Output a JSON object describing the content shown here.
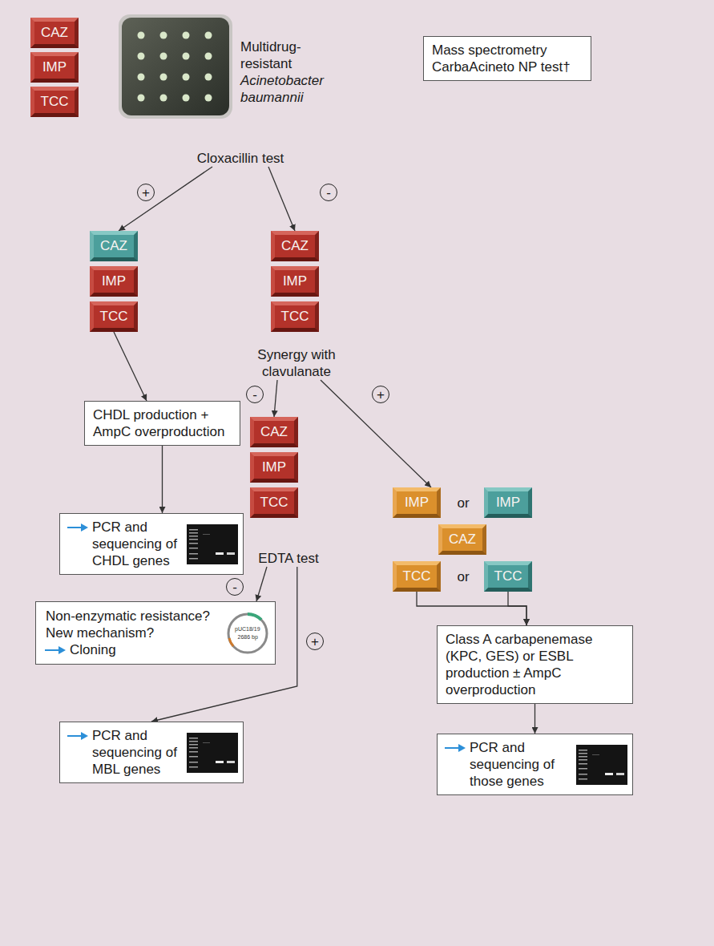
{
  "diagram": {
    "nodes": [
      {
        "text": [
          "CAZ"
        ]
      },
      {
        "text": [
          "IMP"
        ]
      },
      {
        "text": [
          "TCC"
        ]
      },
      {
        "text": [
          "Mass spectrometry CarbaAcineto NP test†"
        ]
      },
      {
        "text": [
          "Cloxacillin test"
        ]
      },
      {
        "text": [
          "CAZ"
        ]
      },
      {
        "text": [
          "IMP"
        ]
      },
      {
        "text": [
          "TCC"
        ]
      },
      {
        "text": [
          "CAZ"
        ]
      },
      {
        "text": [
          "IMP"
        ]
      },
      {
        "text": [
          "TCC"
        ]
      },
      {
        "text": [
          "Synergy with clavulanate"
        ]
      },
      {
        "text": [
          "CHDL production + AmpC overproduction"
        ]
      },
      {
        "text": [
          "PCR and sequencing of CHDL genes"
        ]
      },
      {
        "text": [
          "CAZ"
        ]
      },
      {
        "text": [
          "IMP"
        ]
      },
      {
        "text": [
          "TCC"
        ]
      },
      {
        "text": [
          "IMP"
        ]
      },
      {
        "text": [
          "IMP"
        ]
      },
      {
        "text": [
          "CAZ"
        ]
      },
      {
        "text": [
          "TCC"
        ]
      },
      {
        "text": [
          "TCC"
        ]
      },
      {
        "text": [
          "EDTA test"
        ]
      },
      {
        "text": [
          "Class A carbapenemase (KPC, GES) or ESBL production ± AmpC overproduction"
        ]
      },
      {
        "text": [
          "Non-enzymatic resistance?",
          "New mechanism?",
          "Cloning"
        ]
      },
      {
        "text": [
          "PCR and sequencing of those genes"
        ]
      },
      {
        "text": [
          "PCR and sequencing of MBL genes"
        ]
      }
    ],
    "edges": [
      {
        "from": 4,
        "to": 5,
        "arrow": "to",
        "label": "+"
      },
      {
        "from": 4,
        "to": 8,
        "arrow": "to",
        "label": "-"
      },
      {
        "from": 7,
        "to": 12,
        "arrow": "to"
      },
      {
        "from": 12,
        "to": 13,
        "arrow": "to"
      },
      {
        "from": 11,
        "to": 14,
        "arrow": "to",
        "label": "-"
      },
      {
        "from": 11,
        "to": 17,
        "arrow": "to",
        "label": "+"
      },
      {
        "from": 20,
        "to": 23,
        "arrow": "to"
      },
      {
        "from": 21,
        "to": 23,
        "arrow": "to"
      },
      {
        "from": 23,
        "to": 25,
        "arrow": "to"
      },
      {
        "from": 22,
        "to": 24,
        "arrow": "to",
        "label": "-"
      },
      {
        "from": 22,
        "to": 26,
        "arrow": "to",
        "label": "+"
      }
    ],
    "labels": [
      "Multidrug-resistant",
      "Acinetobacter baumannii",
      "or",
      "or",
      "pUC18/19",
      "2686 bp"
    ]
  }
}
